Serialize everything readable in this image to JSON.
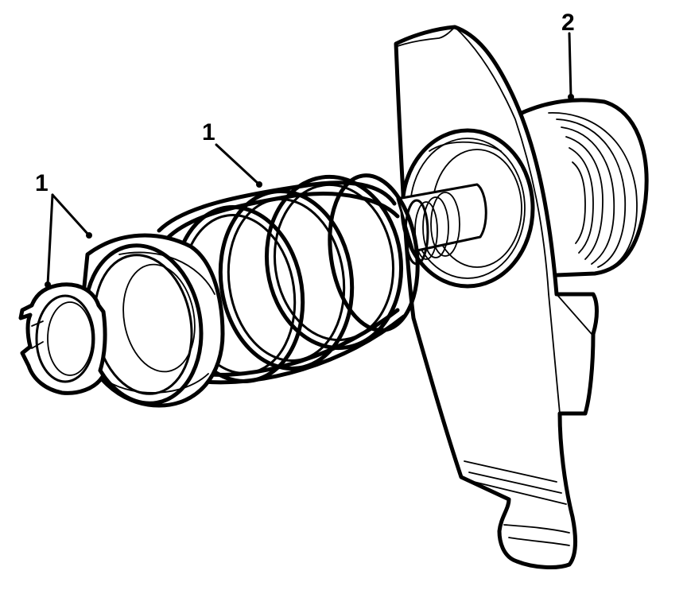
{
  "callouts": [
    {
      "id": "snap-ring",
      "text": "1"
    },
    {
      "id": "spring",
      "text": "1"
    },
    {
      "id": "collar",
      "text": "2"
    }
  ],
  "colors": {
    "ink": "#000000",
    "paper": "#ffffff"
  }
}
